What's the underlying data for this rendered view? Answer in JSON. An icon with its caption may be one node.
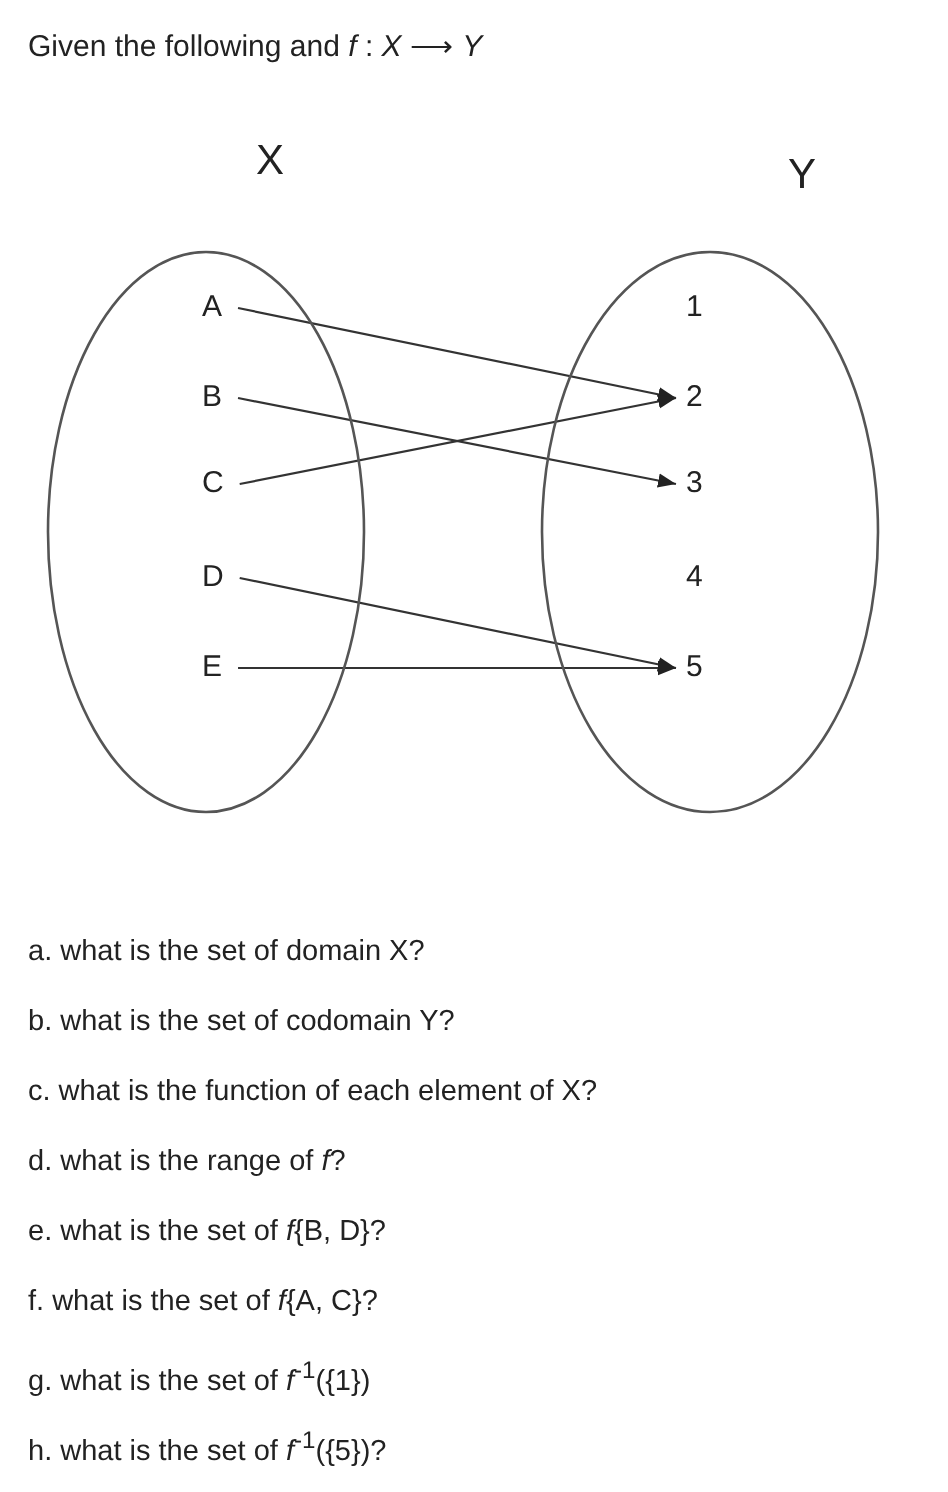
{
  "diagram": {
    "title": "Given the following and *f* : *X* ⟶ *Y*",
    "nodes": [
      {
        "text": [
          "X"
        ]
      },
      {
        "text": [
          "Y"
        ]
      },
      {
        "text": [
          "A"
        ],
        "in": 0
      },
      {
        "text": [
          "B"
        ],
        "in": 0
      },
      {
        "text": [
          "C"
        ],
        "in": 0
      },
      {
        "text": [
          "D"
        ],
        "in": 0
      },
      {
        "text": [
          "E"
        ],
        "in": 0
      },
      {
        "text": [
          "1"
        ],
        "in": 1
      },
      {
        "text": [
          "2"
        ],
        "in": 1
      },
      {
        "text": [
          "3"
        ],
        "in": 1
      },
      {
        "text": [
          "4"
        ],
        "in": 1
      },
      {
        "text": [
          "5"
        ],
        "in": 1
      }
    ],
    "edges": [
      {
        "from": 2,
        "to": 8,
        "arrow": "to"
      },
      {
        "from": 3,
        "to": 9,
        "arrow": "to"
      },
      {
        "from": 4,
        "to": 8,
        "arrow": "to"
      },
      {
        "from": 5,
        "to": 11,
        "arrow": "to"
      },
      {
        "from": 6,
        "to": 11,
        "arrow": "to"
      }
    ],
    "labels": [
      "a. what is the set of domain X?",
      "b. what is the set of codomain Y?",
      "c. what is the function of each element of X?",
      "d. what is the range of *f*?",
      "e. what is the set of *f*{B, D}?",
      "f. what is the set of *f*{A, C}?",
      "g. what is the set of *f*$^{-1}$({1})",
      "h. what is the set of *f*$^{-1}$({5})?"
    ]
  }
}
